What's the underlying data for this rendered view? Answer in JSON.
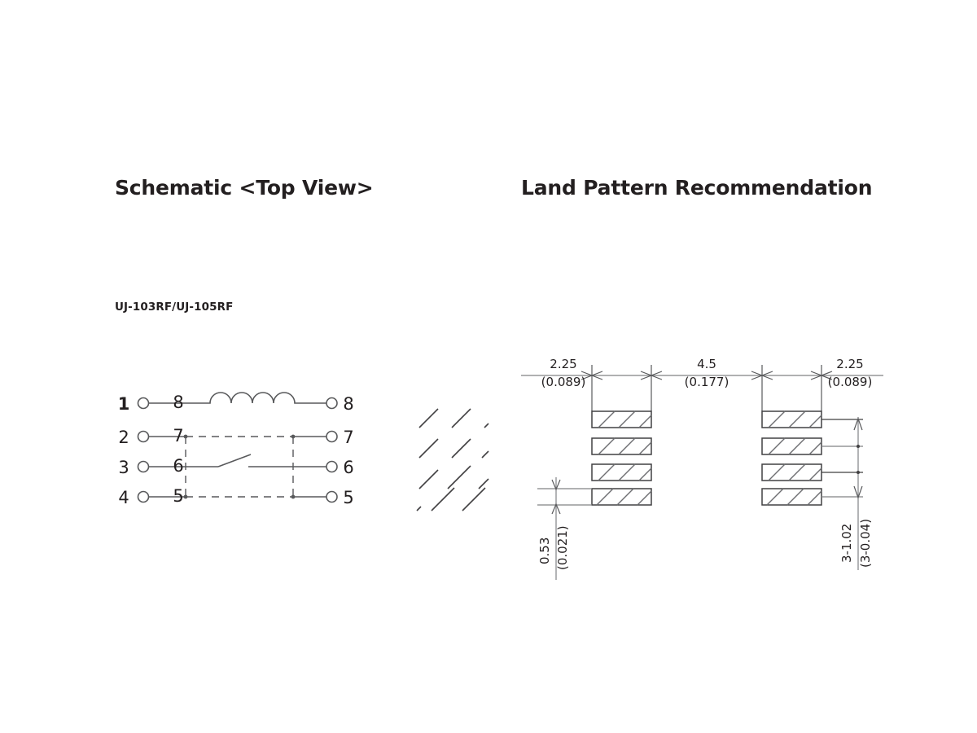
{
  "titles": {
    "schematic": "Schematic <Top View>",
    "land_pattern": "Land Pattern Recommendation"
  },
  "part_number": "UJ-103RF/UJ-105RF",
  "schematic": {
    "left_pins": [
      "1",
      "2",
      "3",
      "4"
    ],
    "inner_labels": [
      "8",
      "7",
      "6",
      "5"
    ],
    "right_pins": [
      "8",
      "7",
      "6",
      "5"
    ],
    "coil_arcs": 4,
    "rows": [
      {
        "left_pin": "1",
        "inner_label": "8",
        "right_pin": "8",
        "element": "coil"
      },
      {
        "left_pin": "2",
        "inner_label": "7",
        "right_pin": "7",
        "element": "dashed-link"
      },
      {
        "left_pin": "3",
        "inner_label": "6",
        "right_pin": "6",
        "element": "switch-blade"
      },
      {
        "left_pin": "4",
        "inner_label": "5",
        "right_pin": "5",
        "element": "dashed-link"
      }
    ]
  },
  "land_pattern": {
    "horizontal_dimensions": [
      {
        "value": "2.25",
        "inch": "(0.089)"
      },
      {
        "value": "4.5",
        "inch": "(0.177)"
      },
      {
        "value": "2.25",
        "inch": "(0.089)"
      }
    ],
    "vertical_dimensions": [
      {
        "value": "0.53",
        "inch": "(0.021)",
        "position": "left"
      },
      {
        "value": "3-1.02",
        "inch": "(3-0.04)",
        "position": "right"
      }
    ],
    "pad_columns": 2,
    "pads_per_column": 4,
    "pad_hatch_lines": 3
  },
  "colors": {
    "ink": "#231f20",
    "line": "#58595b",
    "hatch": "#6d6e71"
  }
}
